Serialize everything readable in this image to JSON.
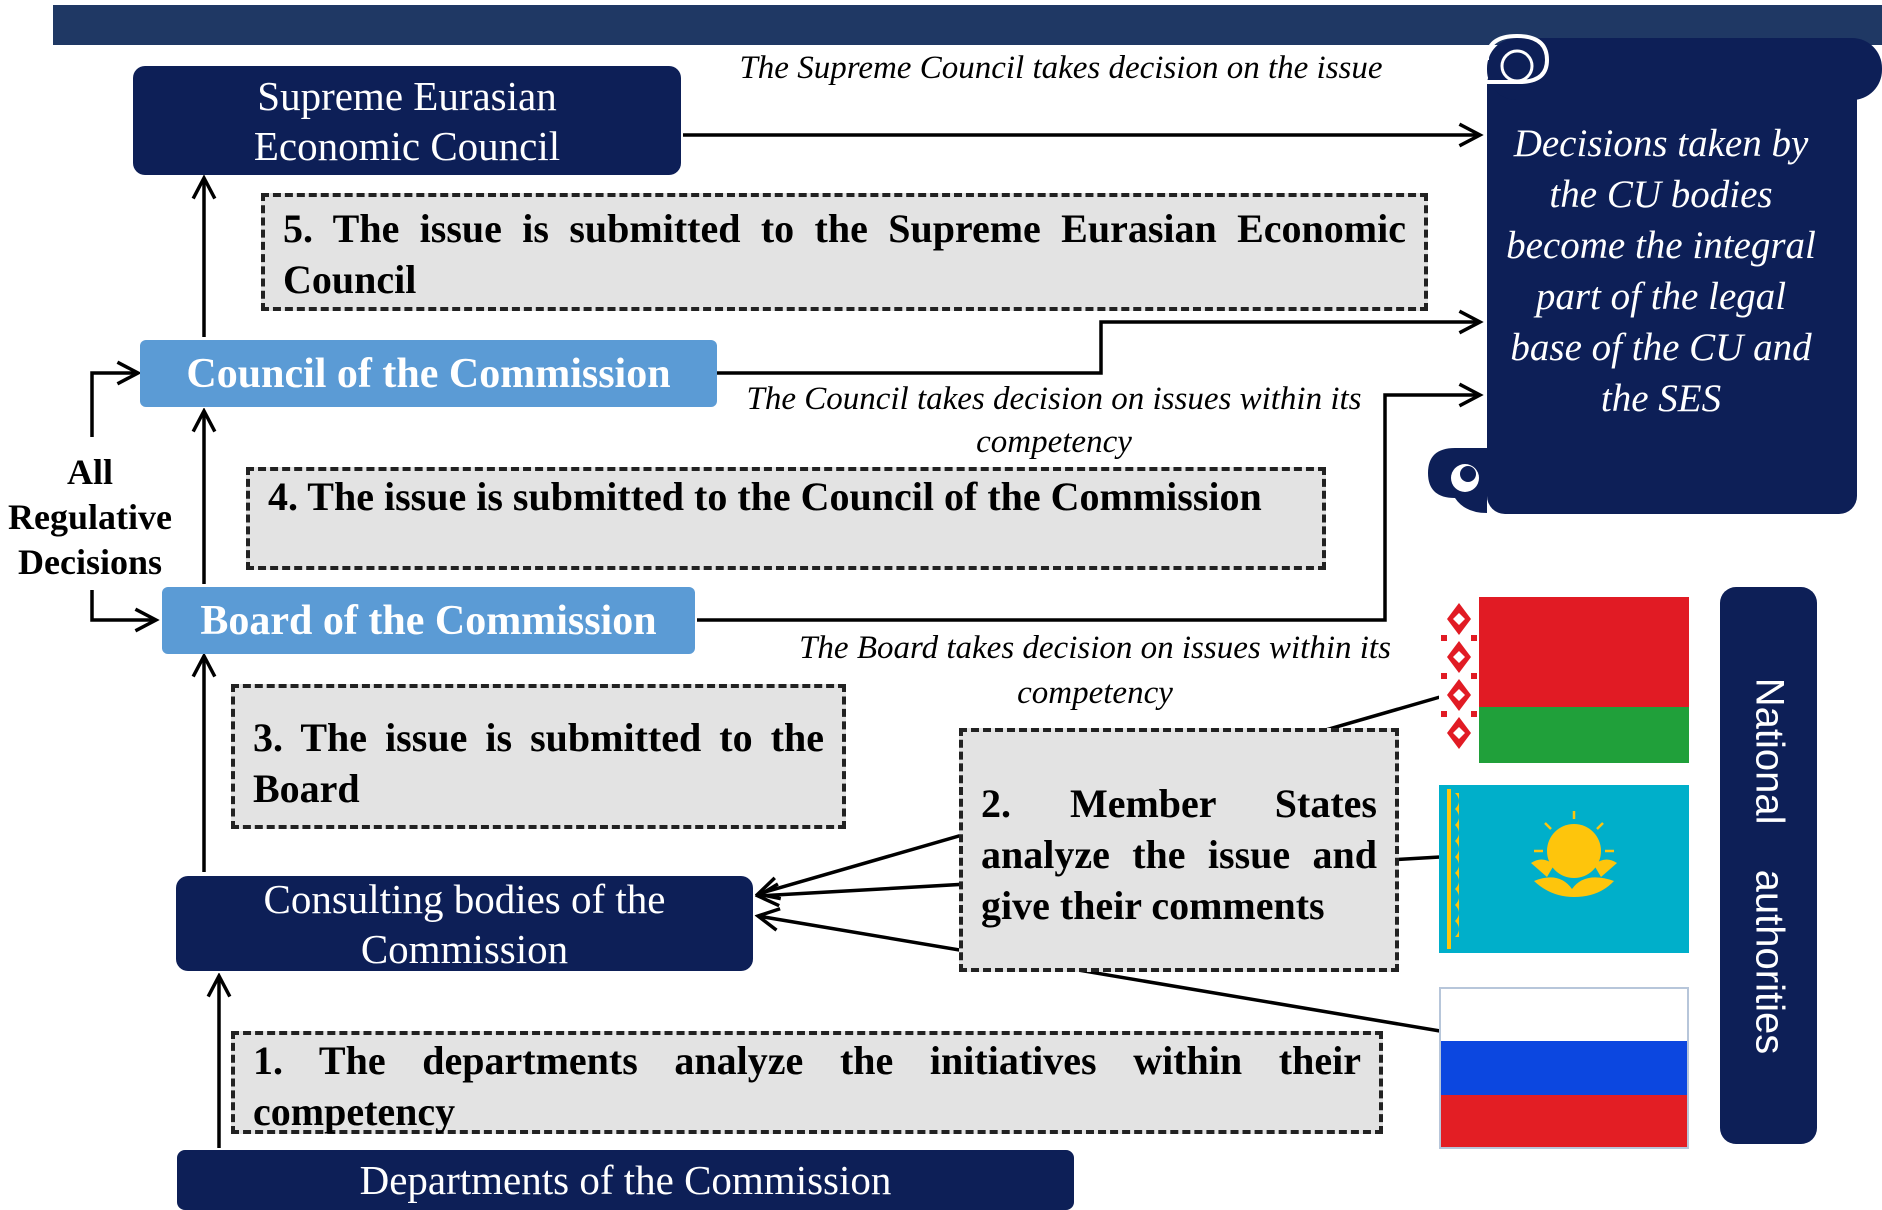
{
  "bodies": {
    "supreme_council": "Supreme Eurasian Economic Council",
    "council_commission": "Council of the Commission",
    "board_commission": "Board of the Commission",
    "consulting_bodies": "Consulting bodies of the Commission",
    "departments": "Departments of the Commission"
  },
  "steps": {
    "step1": "1. The departments analyze the initiatives within their competency",
    "step2": "2. Member States analyze the issue and give their comments",
    "step3": "3. The issue is submitted to the Board",
    "step4": "4. The issue is submitted to the Council of the Commission",
    "step5": "5. The issue is submitted to the Supreme Eurasian Economic Council"
  },
  "annotations": {
    "supreme_decision": "The Supreme Council takes decision on the issue",
    "council_decision": "The Council takes decision on issues within its competency",
    "board_decision": "The Board takes decision on issues within its competency",
    "all_regulative": "All Regulative Decisions"
  },
  "result": {
    "text": "Decisions taken by the CU bodies become the integral part of the legal base of the CU and the SES"
  },
  "national": {
    "label": "National authorities",
    "flags": [
      "belarus-flag",
      "kazakhstan-flag",
      "russia-flag"
    ]
  },
  "colors": {
    "navy": "#0d1f57",
    "light_blue": "#5b9bd5",
    "step_fill": "#e3e3e3",
    "top_bar": "#1f3864"
  }
}
